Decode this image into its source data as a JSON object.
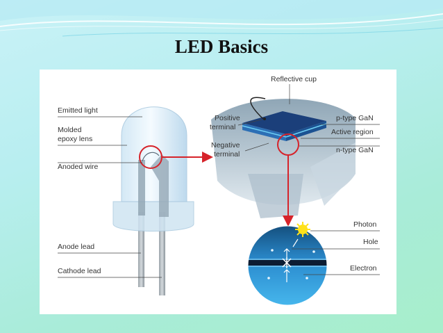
{
  "slide": {
    "title": "LED Basics"
  },
  "diagram": {
    "left_labels": {
      "emitted_light": "Emitted light",
      "molded_line1": "Molded",
      "molded_line2": "epoxy lens",
      "anoded_wire": "Anoded wire",
      "anode_lead": "Anode lead",
      "cathode_lead": "Cathode lead"
    },
    "chip_labels": {
      "reflective_cup": "Reflective cup",
      "positive_line1": "Positive",
      "positive_line2": "terminal",
      "negative_line1": "Negative",
      "negative_line2": "terminal",
      "p_type": "p-type GaN",
      "active_region": "Active region",
      "n_type": "n-type GaN"
    },
    "junction_labels": {
      "photon": "Photon",
      "hole": "Hole",
      "electron": "Electron"
    }
  },
  "colors": {
    "background_top": "#c9f2f7",
    "background_bottom": "#a7eecb",
    "highlight_circle": "#d6232a",
    "chip_blue": "#1b4a8a",
    "photon_yellow": "#ffe11a"
  }
}
